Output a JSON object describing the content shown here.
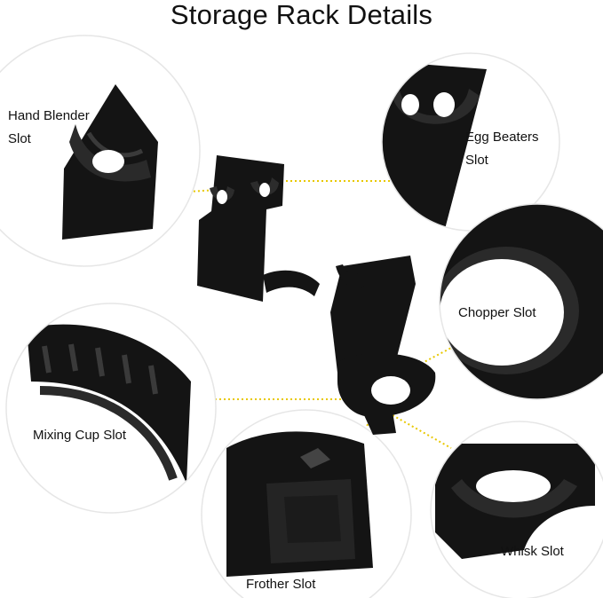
{
  "title": "Storage Rack Details",
  "callouts": [
    {
      "id": "hand-blender",
      "lines": [
        "Hand Blender",
        "Slot"
      ]
    },
    {
      "id": "egg-beaters",
      "lines": [
        "Egg Beaters",
        "Slot"
      ]
    },
    {
      "id": "chopper",
      "lines": [
        "Chopper Slot"
      ]
    },
    {
      "id": "mixing-cup",
      "lines": [
        "Mixing Cup Slot"
      ]
    },
    {
      "id": "frother",
      "lines": [
        "Frother Slot"
      ]
    },
    {
      "id": "whisk",
      "lines": [
        "Whisk Slot"
      ]
    }
  ],
  "colors": {
    "product": "#141414",
    "product_highlight": "#3a3a3a",
    "bubble_border": "#e6e6e6",
    "leader_line": "#e8c800",
    "text": "#111111"
  }
}
